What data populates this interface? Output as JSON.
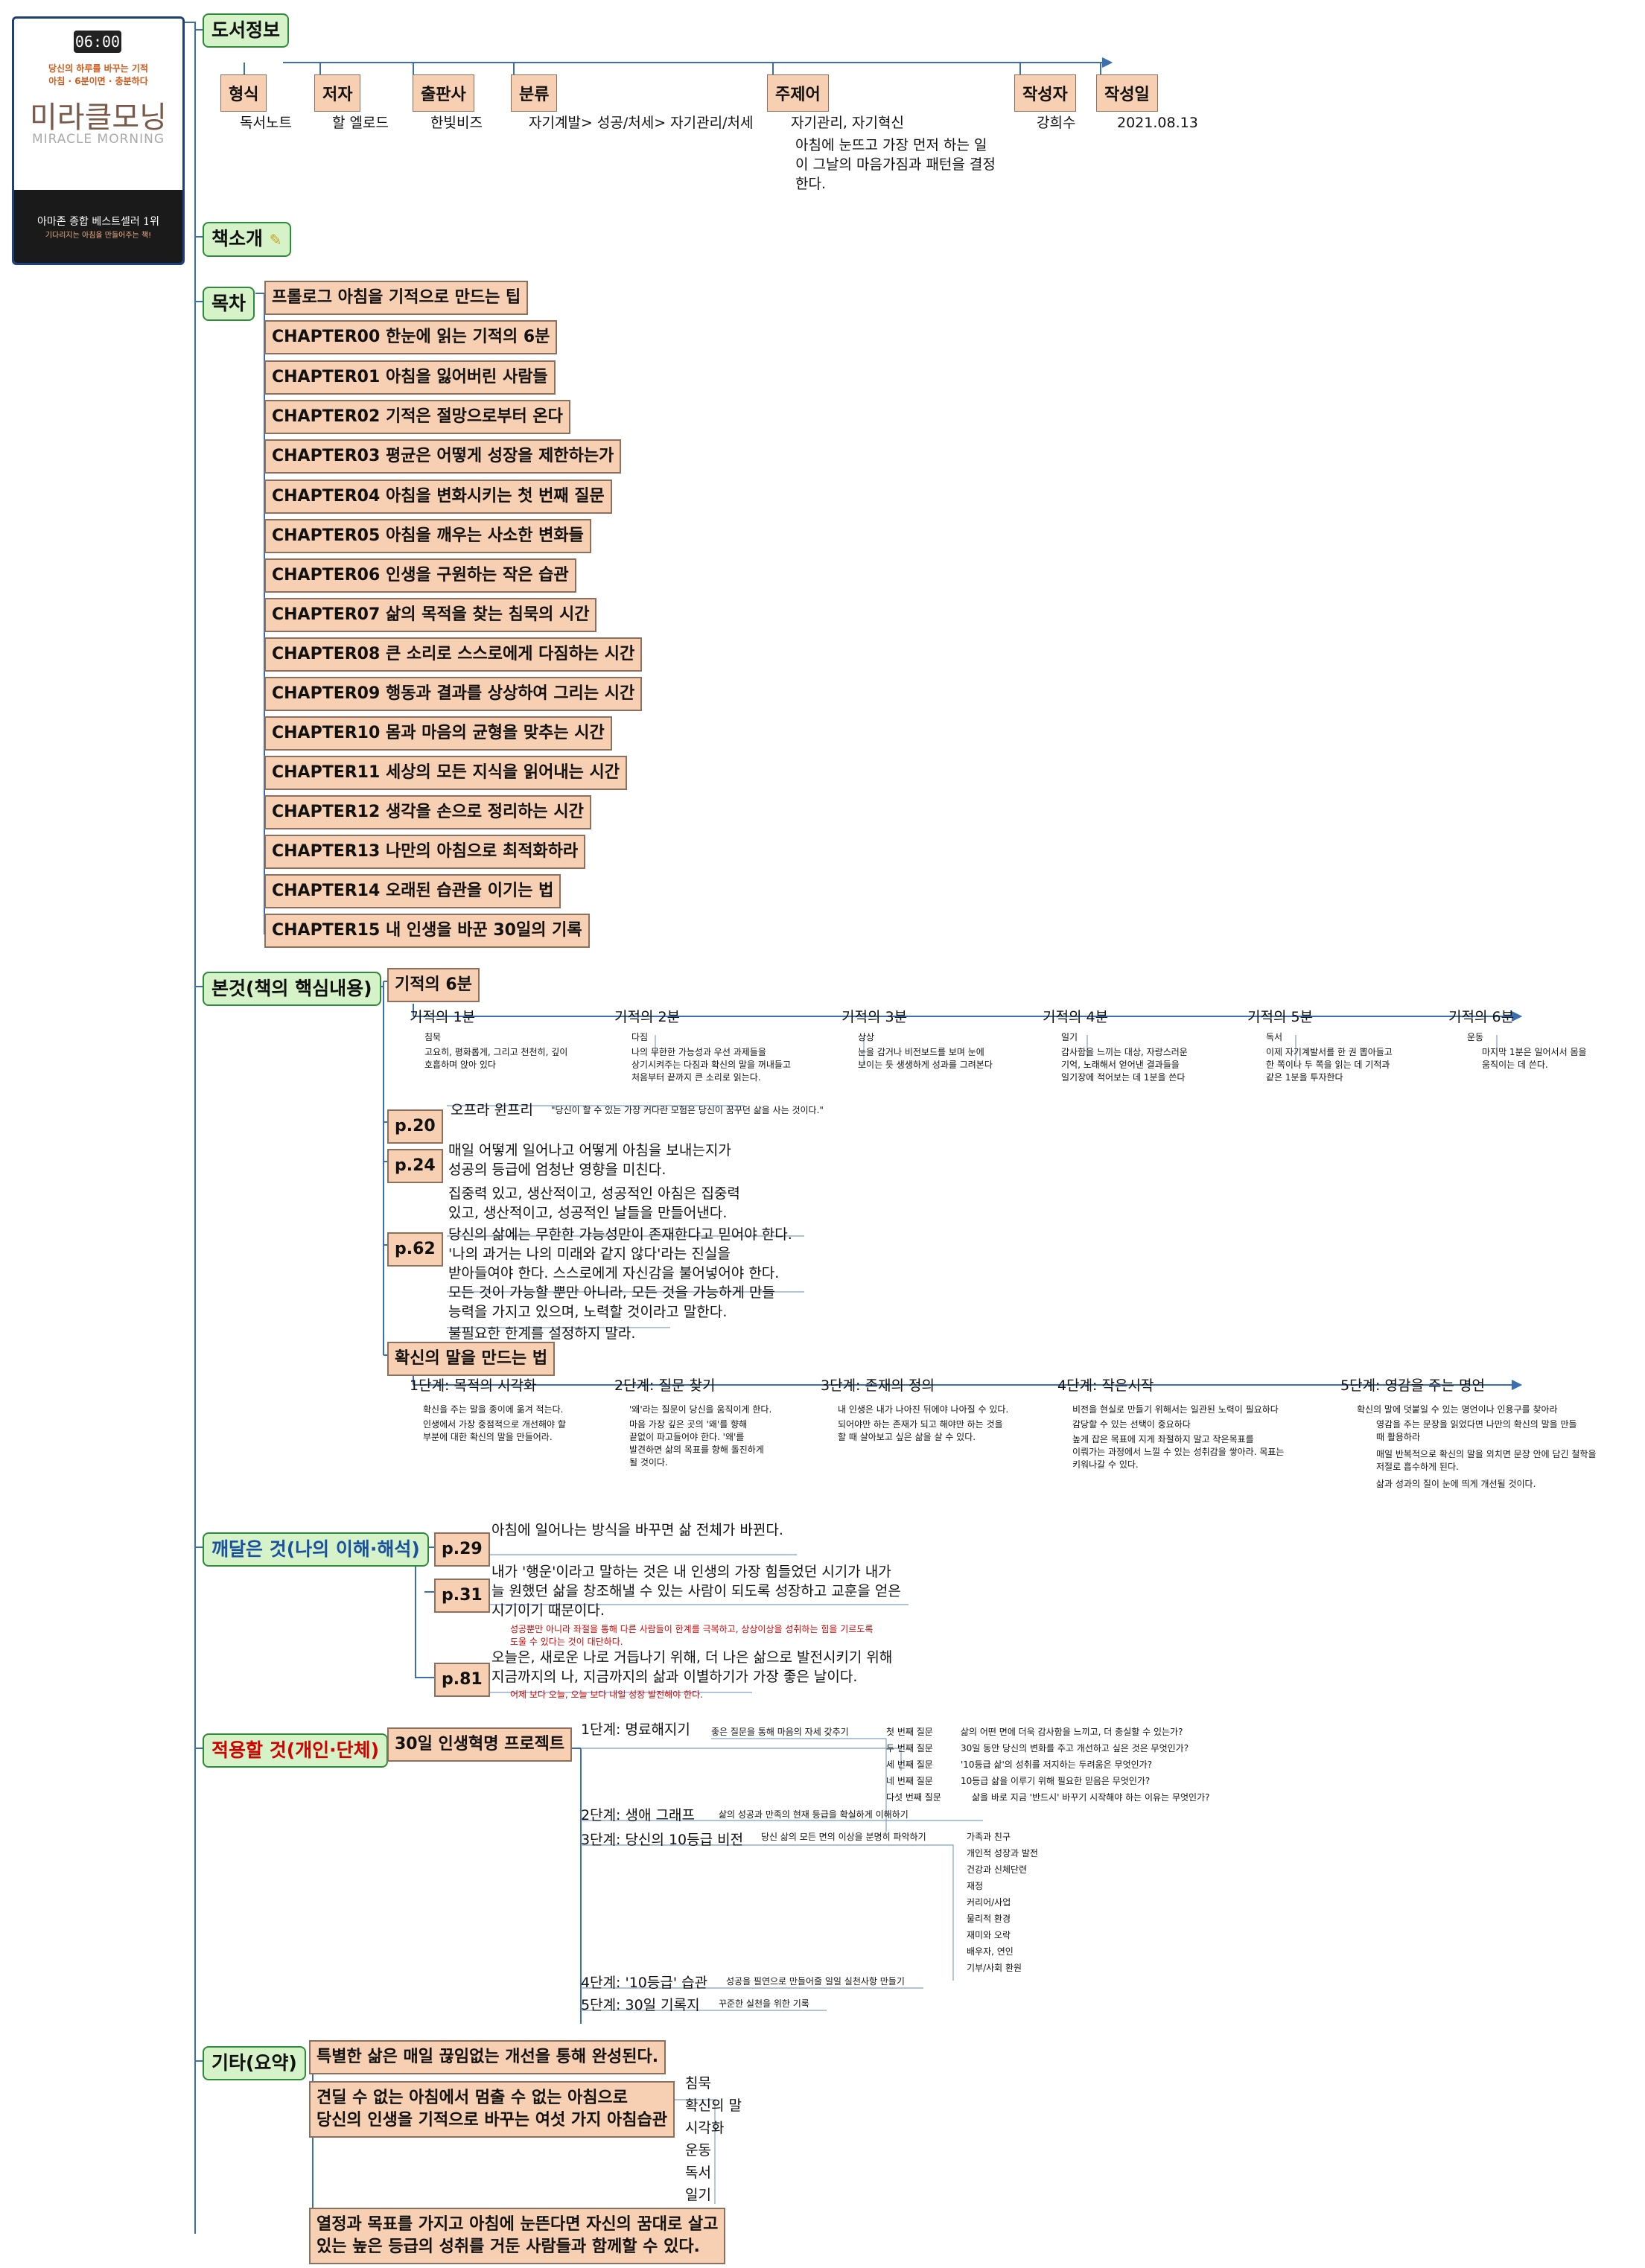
{
  "book": {
    "clock": "06:00",
    "tag1": "당신의 하루를 바꾸는 기적",
    "tag2": "아침 · 6분이면 · 충분하다",
    "title_ko": "미라클모닝",
    "title_en": "MIRACLE MORNING",
    "bestseller": "아마존 종합 베스트셀러 1위",
    "sub": "기다리지는 아침을 만들어주는 책!"
  },
  "info": {
    "heading": "도서정보",
    "fields": [
      {
        "label": "형식",
        "value": "독서노트"
      },
      {
        "label": "저자",
        "value": "할 엘로드"
      },
      {
        "label": "출판사",
        "value": "한빛비즈"
      },
      {
        "label": "분류",
        "value": "자기계발> 성공/처세> 자기관리/처세"
      },
      {
        "label": "주제어",
        "value": "자기관리, 자기혁신",
        "desc": "아침에 눈뜨고 가장 먼저 하는 일이 그날의 마음가짐과 패턴을 결정한다."
      },
      {
        "label": "작성자",
        "value": "강희수"
      },
      {
        "label": "작성일",
        "value": "2021.08.13"
      }
    ]
  },
  "intro": {
    "heading": "책소개"
  },
  "toc": {
    "heading": "목차",
    "items": [
      "프롤로그 아침을 기적으로 만드는 팁",
      "CHAPTER00 한눈에 읽는 기적의 6분",
      "CHAPTER01 아침을 잃어버린 사람들",
      "CHAPTER02 기적은 절망으로부터 온다",
      "CHAPTER03 평균은 어떻게 성장을 제한하는가",
      "CHAPTER04 아침을 변화시키는 첫 번째 질문",
      "CHAPTER05 아침을 깨우는 사소한 변화들",
      "CHAPTER06 인생을 구원하는 작은 습관",
      "CHAPTER07 삶의 목적을 찾는 침묵의 시간",
      "CHAPTER08 큰 소리로 스스로에게 다짐하는 시간",
      "CHAPTER09 행동과 결과를 상상하여 그리는 시간",
      "CHAPTER10 몸과 마음의 균형을 맞추는 시간",
      "CHAPTER11 세상의 모든 지식을 읽어내는 시간",
      "CHAPTER12 생각을 손으로 정리하는 시간",
      "CHAPTER13 나만의 아침으로 최적화하라",
      "CHAPTER14 오래된 습관을 이기는 법",
      "CHAPTER15 내 인생을 바꾼 30일의 기록"
    ]
  },
  "body": {
    "heading": "본것(책의 핵심내용)",
    "six": {
      "title": "기적의 6분",
      "steps": [
        {
          "label": "기적의 1분",
          "name": "침묵",
          "desc1": "고요히, 평화롭게, 그리고 천천히, 깊이",
          "desc2": "호흡하며 앉아 있다"
        },
        {
          "label": "기적의 2분",
          "name": "다짐",
          "desc1": "나의 무한한 가능성과 우선 과제들을",
          "desc2": "상기시켜주는 다짐과 확신의 말을 꺼내들고",
          "desc3": "처음부터 끝까지 큰 소리로 읽는다."
        },
        {
          "label": "기적의 3분",
          "name": "상상",
          "desc1": "눈을 감거나 비전보드를 보며 눈에",
          "desc2": "보이는 듯 생생하게 성과를 그려본다"
        },
        {
          "label": "기적의 4분",
          "name": "일기",
          "desc1": "감사함을 느끼는 대상, 자랑스러운",
          "desc2": "기억, 노래해서 얻어낸 결과들을",
          "desc3": "일기장에 적어보는 데 1분을 쓴다"
        },
        {
          "label": "기적의 5분",
          "name": "독서",
          "desc1": "이제 자기계발서를 한 권 뽑아들고",
          "desc2": "한 쪽이나 두 쪽을 읽는 데 기적과",
          "desc3": "같은 1분을 투자한다"
        },
        {
          "label": "기적의 6분",
          "name": "운동",
          "desc1": "마지막 1분은 일어서서 몸을",
          "desc2": "움직이는 데 쓴다."
        }
      ]
    },
    "p20": {
      "page": "p.20",
      "name": "오프라 윈프리",
      "quote": "\"당신이 할 수 있는 가장 커다란 모험은 당신이 꿈꾸던 삶을 사는 것이다.\""
    },
    "p24": {
      "page": "p.24",
      "l1": "매일 어떻게 일어나고 어떻게 아침을 보내는지가",
      "l2": "성공의 등급에 엄청난 영향을 미친다.",
      "l3": "집중력 있고, 생산적이고, 성공적인 아침은 집중력",
      "l4": "있고, 생산적이고, 성공적인 날들을 만들어낸다."
    },
    "p62": {
      "page": "p.62",
      "l1": "당신의 삶에는 무한한 가능성만이 존재한다고 믿어야 한다.",
      "l2": "'나의 과거는 나의 미래와 같지 않다'라는 진실을",
      "l3": "받아들여야 한다. 스스로에게 자신감을 불어넣어야 한다.",
      "l4": "모든 것이 가능할 뿐만 아니라, 모든 것을 가능하게 만들",
      "l5": "능력을 가지고 있으며, 노력할 것이라고 말한다.",
      "l6": "불필요한 한계를 설정하지 말라."
    },
    "conf": {
      "title": "확신의 말을 만드는 법",
      "steps": [
        {
          "label": "1단계: 목적의 시각화",
          "d": [
            "확신을 주는 말을 종이에 옮겨 적는다.",
            "인생에서 가장 중점적으로 개선해야 할",
            "부분에 대한 확신의 말을 만들어라."
          ]
        },
        {
          "label": "2단계: 질문 찾기",
          "d": [
            "'왜'라는 질문이 당신을 움직이게 한다.",
            "마음 가장 깊은 곳의 '왜'를 향해",
            "끝없이 파고들어야 한다. '왜'를",
            "발견하면 삶의 목표를 향해 돌진하게",
            "될 것이다."
          ]
        },
        {
          "label": "3단계: 존재의 정의",
          "d": [
            "내 인생은 내가 나아진 뒤에야 나아질 수 있다.",
            "되어야만 하는 존재가 되고 해야만 하는 것을",
            "할 때 살아보고 싶은 삶을 살 수 있다."
          ]
        },
        {
          "label": "4단계: 작은시작",
          "d": [
            "비전을 현실로 만들기 위해서는 일관된 노력이 필요하다",
            "감당할 수 있는 선택이 중요하다",
            "높게 잡은 목표에 지게 좌절하지 말고 작은목표를",
            "이뤄가는 과정에서 느낄 수 있는 성취감을 쌓아라. 목표는",
            "키워나갈 수 있다."
          ]
        },
        {
          "label": "5단계: 영감을 주는 명언",
          "d": [
            "확신의 말에 덧붙일 수 있는 명언이나 인용구를 찾아라",
            "영감을 주는 문장을 읽었다면 나만의 확신의 말을 만들",
            "때 활용하라",
            "매일 반복적으로 확신의 말을 외치면 문장 안에 담긴 철학을",
            "저절로 흡수하게 된다.",
            "삶과 성과의 질이 눈에 띄게 개선될 것이다."
          ]
        }
      ]
    }
  },
  "realize": {
    "heading": "깨달은 것(나의 이해·해석)",
    "p29": {
      "page": "p.29",
      "text": "아침에 일어나는 방식을 바꾸면 삶 전체가 바뀐다."
    },
    "p31": {
      "page": "p.31",
      "l1": "내가 '행운'이라고 말하는 것은 내 인생의 가장 힘들었던 시기가 내가",
      "l2": "늘 원했던 삶을 창조해낼 수 있는 사람이 되도록 성장하고 교훈을 얻은",
      "l3": "시기이기 때문이다.",
      "r1": "성공뿐만 아니라 좌절을 통해 다른 사람들이 한계를 극복하고, 상상이상을 성취하는 힘을 기르도록",
      "r2": "도울 수 있다는 것이 대단하다."
    },
    "p81": {
      "page": "p.81",
      "l1": "오늘은, 새로운 나로 거듭나기 위해, 더 나은 삶으로 발전시키기 위해",
      "l2": "지금까지의 나, 지금까지의 삶과 이별하기가 가장 좋은 날이다.",
      "r1": "어제 보다 오늘, 오늘 보다 내일 성장 발전해야 한다."
    }
  },
  "apply": {
    "heading": "적용할 것(개인·단체)",
    "project": "30일 인생혁명 프로젝트",
    "s1": {
      "label": "1단계: 명료해지기",
      "sub": "좋은 질문을 통해 마음의 자세 갖추기",
      "qs": [
        {
          "q": "첫 번째 질문",
          "a": "삶의 어떤 면에 더욱 감사함을 느끼고, 더 충실할 수 있는가?"
        },
        {
          "q": "두 번째 질문",
          "a": "30일 동안 당신의 변화를 주고 개선하고 싶은 것은 무엇인가?"
        },
        {
          "q": "세 번째 질문",
          "a": "'10등급 삶'의 성취를 저지하는 두려움은 무엇인가?"
        },
        {
          "q": "네 번째 질문",
          "a": "10등급 삶을 이루기 위해 필요한 믿음은 무엇인가?"
        },
        {
          "q": "다섯 번째 질문",
          "a": "삶을 바로 지금 '반드시' 바꾸기 시작해야 하는 이유는 무엇인가?"
        }
      ]
    },
    "s2": {
      "label": "2단계: 생애 그래프",
      "sub": "삶의 성공과 만족의 현재 등급을 확실하게 이해하기"
    },
    "s3": {
      "label": "3단계: 당신의 10등급 비전",
      "sub": "당신 삶의 모든 면의 이상을 분명히 파악하기",
      "items": [
        "가족과 친구",
        "개인적 성장과 발전",
        "건강과 신체단련",
        "재정",
        "커리어/사업",
        "물리적 환경",
        "재미와 오락",
        "배우자, 연인",
        "기부/사회 환원"
      ]
    },
    "s4": {
      "label": "4단계: '10등급' 습관",
      "sub": "성공을 필연으로 만들어줄 일일 실천사항 만들기"
    },
    "s5": {
      "label": "5단계: 30일 기록지",
      "sub": "꾸준한 실천을 위한 기록"
    }
  },
  "etc": {
    "heading": "기타(요약)",
    "s1": "특별한 삶은 매일 끊임없는 개선을 통해 완성된다.",
    "s2a": "견딜 수 없는 아침에서 멈출 수 없는 아침으로",
    "s2b": "당신의 인생을 기적으로 바꾸는 여섯 가지 아침습관",
    "habits": [
      "침묵",
      "확신의 말",
      "시각화",
      "운동",
      "독서",
      "일기"
    ],
    "s3a": "열정과 목표를 가지고 아침에 눈뜬다면 자신의 꿈대로 살고",
    "s3b": "있는 높은 등급의 성취를 거둔 사람들과 함께할 수 있다."
  }
}
